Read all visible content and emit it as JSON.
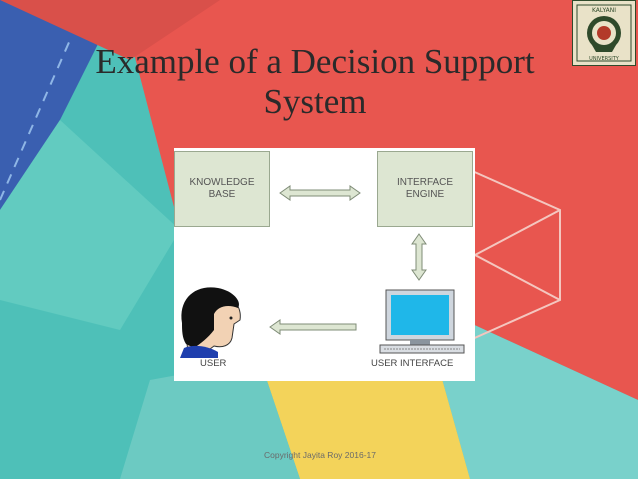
{
  "slide": {
    "title": "Example of a Decision Support System",
    "copyright": "Copyright Jayita Roy 2016-17"
  },
  "seal": {
    "top_text": "KALYANI",
    "bottom_text": "UNIVERSITY"
  },
  "diagram": {
    "knowledge_base": "KNOWLEDGE\nBASE",
    "interface_engine": "INTERFACE\nENGINE",
    "user": "USER",
    "user_interface": "USER INTERFACE"
  },
  "colors": {
    "box_fill": "#dde6d2",
    "arrow_fill": "#dde6d2",
    "red": "#e8564f",
    "teal": "#5ec7bd",
    "blue": "#3a5fb0",
    "yellow": "#f3d35a"
  },
  "icons": [
    "user-head-icon",
    "computer-monitor-icon",
    "university-seal-icon"
  ]
}
